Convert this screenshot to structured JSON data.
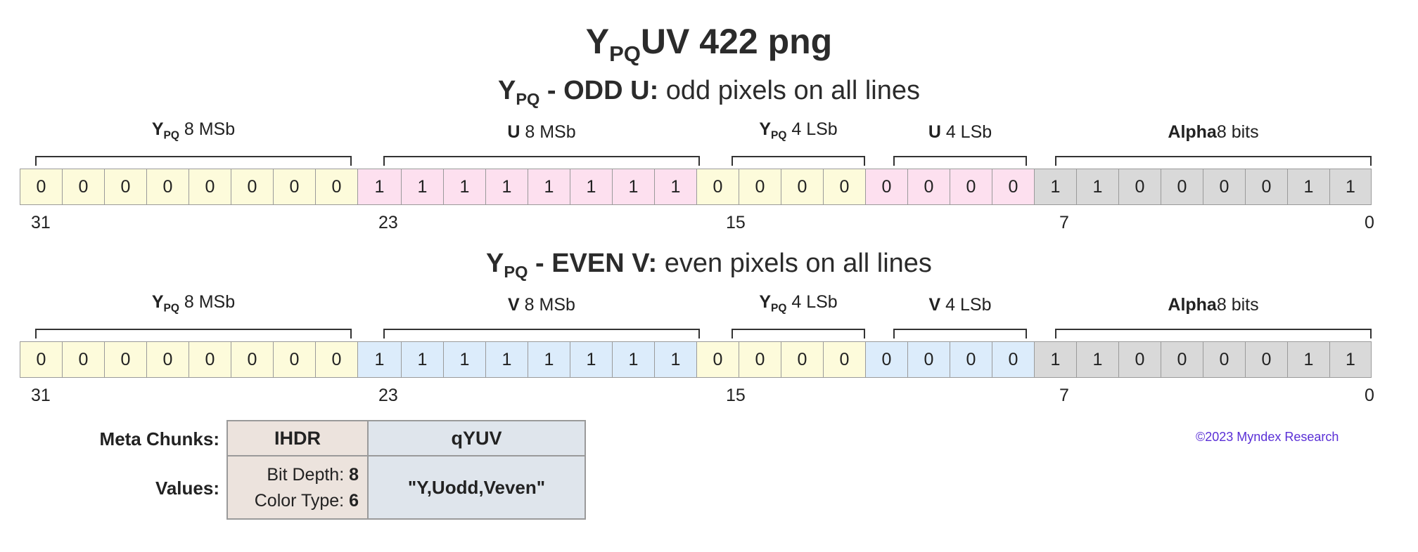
{
  "title": {
    "main": "Y",
    "sub": "PQ",
    "rest": "UV 422 png"
  },
  "rows": [
    {
      "heading": {
        "y": "Y",
        "sub": "PQ",
        "bold": " - ODD U:",
        "rest": " odd pixels on all lines"
      },
      "groups": [
        {
          "bold": "Y",
          "sub": "PQ",
          "rest": " 8 MSb"
        },
        {
          "bold": "U",
          "sub": "",
          "rest": " 8 MSb"
        },
        {
          "bold": "Y",
          "sub": "PQ",
          "rest": " 4 LSb"
        },
        {
          "bold": "U",
          "sub": "",
          "rest": " 4 LSb"
        },
        {
          "bold": "Alpha",
          "sub": "",
          "rest": "8 bits"
        }
      ],
      "bits": [
        "0",
        "0",
        "0",
        "0",
        "0",
        "0",
        "0",
        "0",
        "1",
        "1",
        "1",
        "1",
        "1",
        "1",
        "1",
        "1",
        "0",
        "0",
        "0",
        "0",
        "0",
        "0",
        "0",
        "0",
        "1",
        "1",
        "0",
        "0",
        "0",
        "0",
        "1",
        "1"
      ],
      "colors": [
        "y",
        "y",
        "y",
        "y",
        "y",
        "y",
        "y",
        "y",
        "u",
        "u",
        "u",
        "u",
        "u",
        "u",
        "u",
        "u",
        "y",
        "y",
        "y",
        "y",
        "u",
        "u",
        "u",
        "u",
        "a",
        "a",
        "a",
        "a",
        "a",
        "a",
        "a",
        "a"
      ],
      "bit_numbers": [
        "31",
        "23",
        "15",
        "7",
        "0"
      ]
    },
    {
      "heading": {
        "y": "Y",
        "sub": "PQ",
        "bold": " - EVEN V:",
        "rest": " even pixels on all lines"
      },
      "groups": [
        {
          "bold": "Y",
          "sub": "PQ",
          "rest": " 8 MSb"
        },
        {
          "bold": "V",
          "sub": "",
          "rest": " 8 MSb"
        },
        {
          "bold": "Y",
          "sub": "PQ",
          "rest": " 4 LSb"
        },
        {
          "bold": "V",
          "sub": "",
          "rest": " 4 LSb"
        },
        {
          "bold": "Alpha",
          "sub": "",
          "rest": "8 bits"
        }
      ],
      "bits": [
        "0",
        "0",
        "0",
        "0",
        "0",
        "0",
        "0",
        "0",
        "1",
        "1",
        "1",
        "1",
        "1",
        "1",
        "1",
        "1",
        "0",
        "0",
        "0",
        "0",
        "0",
        "0",
        "0",
        "0",
        "1",
        "1",
        "0",
        "0",
        "0",
        "0",
        "1",
        "1"
      ],
      "colors": [
        "y",
        "y",
        "y",
        "y",
        "y",
        "y",
        "y",
        "y",
        "v",
        "v",
        "v",
        "v",
        "v",
        "v",
        "v",
        "v",
        "y",
        "y",
        "y",
        "y",
        "v",
        "v",
        "v",
        "v",
        "a",
        "a",
        "a",
        "a",
        "a",
        "a",
        "a",
        "a"
      ],
      "bit_numbers": [
        "31",
        "23",
        "15",
        "7",
        "0"
      ]
    }
  ],
  "meta": {
    "chunks_label": "Meta Chunks:",
    "values_label": "Values:",
    "ihdr": {
      "header": "IHDR",
      "bit_depth_label": "Bit Depth:",
      "bit_depth": "8",
      "color_type_label": "Color Type:",
      "color_type": "6"
    },
    "qyuv": {
      "header": "qYUV",
      "value": "\"Y,Uodd,Veven\""
    }
  },
  "credit": "©2023 Myndex Research",
  "colors": {
    "y": "#fdfbdb",
    "u": "#fde0ef",
    "v": "#dcecfb",
    "alpha": "#d9d9d9"
  }
}
